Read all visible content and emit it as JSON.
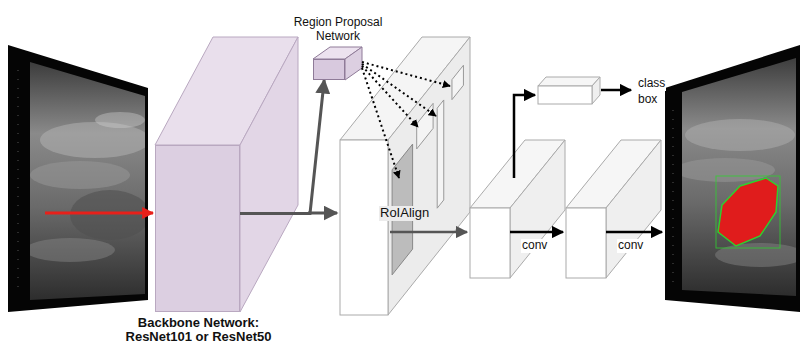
{
  "diagram": {
    "nodes": [
      {
        "text": [
          "Backbone Network: ResNet101 or ResNet50"
        ]
      },
      {
        "text": [
          "Region Proposal Network"
        ]
      }
    ],
    "edges": [
      {
        "from": 0,
        "to": 1,
        "arrow": "to"
      }
    ],
    "labels": [
      "RoIAlign",
      "conv",
      "conv",
      "class",
      "box"
    ]
  }
}
